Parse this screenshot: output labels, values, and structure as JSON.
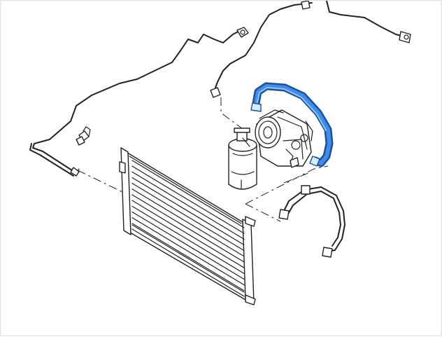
{
  "diagram": {
    "parts": [
      {
        "id": "upper-pipe-left",
        "shape": "long bent refrigerant pipe"
      },
      {
        "id": "upper-pipe-right",
        "shape": "bent refrigerant pipe"
      },
      {
        "id": "condenser",
        "shape": "finned radiator"
      },
      {
        "id": "receiver-drier",
        "shape": "cylindrical canister"
      },
      {
        "id": "compressor",
        "shape": "ac compressor"
      },
      {
        "id": "highlighted-hose",
        "shape": "flexible hose"
      },
      {
        "id": "lower-hose",
        "shape": "curved hose"
      },
      {
        "id": "drain-valve",
        "shape": "small fitting"
      }
    ],
    "colors": {
      "highlight_hose": "#3c8ee8",
      "highlight_outline": "#1c4f9c",
      "line_art": "#222222",
      "background": "#ffffff"
    },
    "style": "exploded parts line drawing"
  }
}
